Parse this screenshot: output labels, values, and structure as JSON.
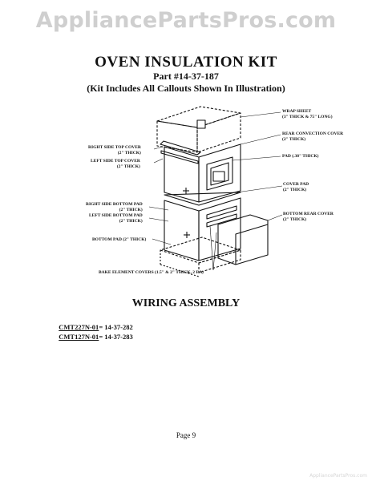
{
  "watermark": "AppliancePartsPros.com",
  "heading": {
    "title": "OVEN INSULATION KIT",
    "part": "Part #14-37-187",
    "kit_note": "(Kit Includes All Callouts Shown In Illustration)"
  },
  "callouts": {
    "wrap_sheet": "WRAP SHEET\n(3\" THICK & 75\" LONG)",
    "rear_convection_cover": "REAR CONVECTION COVER\n(2\" THICK)",
    "pad": "PAD (.38\" THICK)",
    "cover_pad": "COVER PAD\n(2\" THICK)",
    "bottom_rear_cover": "BOTTOM REAR COVER\n(2\" THICK)",
    "right_side_top_cover": "RIGHT SIDE TOP COVER\n(2\" THICK)",
    "left_side_top_cover": "LEFT SIDE TOP COVER\n(2\" THICK)",
    "right_side_bottom_pad": "RIGHT SIDE BOTTOM PAD\n(2\" THICK)",
    "left_side_bottom_pad": "LEFT SIDE BOTTOM PAD\n(2\" THICK)",
    "bottom_pad": "BOTTOM PAD (2\" THICK)",
    "bake_element_covers": "BAKE ELEMENT COVERS (1.5\" & 2\" THICK, 2 EA)"
  },
  "wiring": {
    "title": "WIRING ASSEMBLY",
    "models": [
      {
        "model": "CMT227N-01",
        "number": "= 14-37-282"
      },
      {
        "model": "CMT127N-01",
        "number": "= 14-37-283"
      }
    ]
  },
  "page_label": "Page 9",
  "footer_watermark": "AppliancePartsPros.com"
}
